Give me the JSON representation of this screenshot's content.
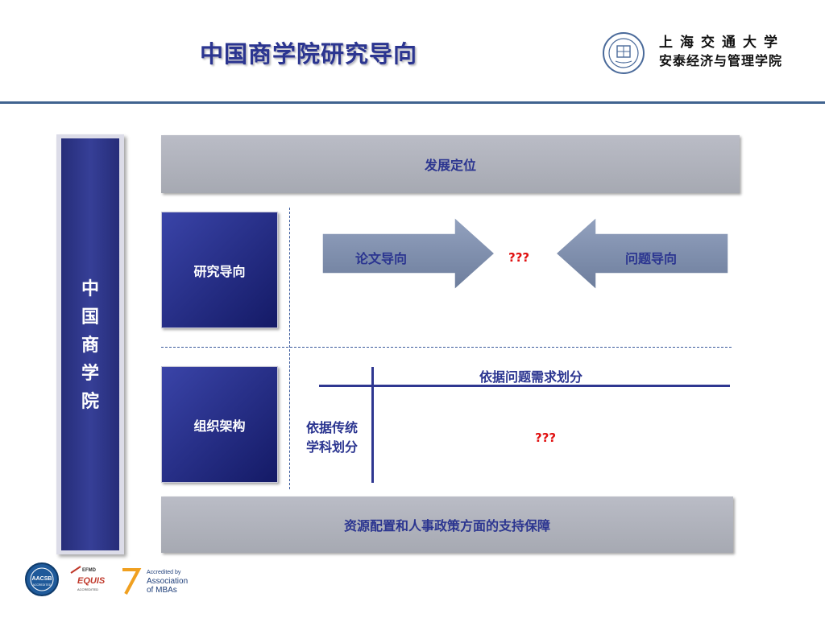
{
  "header": {
    "title": "中国商学院研究导向",
    "school_name_line1": "上海交通大学",
    "school_name_line2": "安泰经济与管理学院"
  },
  "side_panel": {
    "chars": [
      "中",
      "国",
      "商",
      "学",
      "院"
    ]
  },
  "top_bar": "发展定位",
  "bottom_bar": "资源配置和人事政策方面的支持保障",
  "research": {
    "label": "研究导向",
    "left_arrow": "论文导向",
    "right_arrow": "问题导向",
    "question": "???"
  },
  "organization": {
    "label": "组织架构",
    "horizontal_axis": "依据问题需求划分",
    "vertical_axis_line1": "依据传统",
    "vertical_axis_line2": "学科划分",
    "question": "???"
  },
  "accreditations": {
    "aacsb_text": "AACSB",
    "aacsb_sub": "ACCREDITED",
    "efmd": "EFMD",
    "equis": "EQUIS",
    "equis_sub": "ACCREDITED",
    "amba_line1": "Accredited by",
    "amba_line2": "Association",
    "amba_line3": "of MBAs"
  },
  "colors": {
    "navy": "#2b3590",
    "header_rule": "#40638f",
    "question_red": "#e01010",
    "grey_bar": "#b0b2bc"
  }
}
